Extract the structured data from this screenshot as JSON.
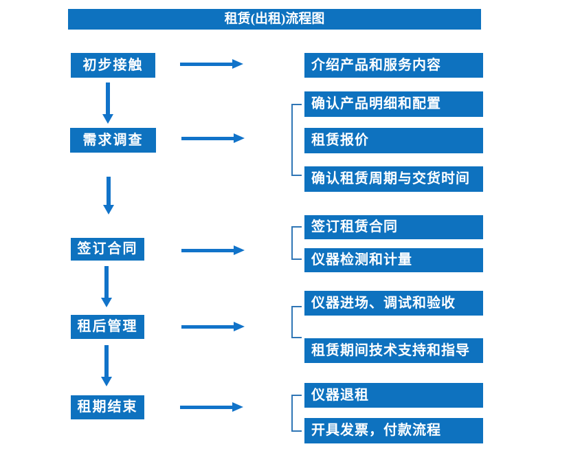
{
  "title": "租赁(出租)流程图",
  "stages": [
    {
      "label": "初步接触",
      "outputs": [
        "介绍产品和服务内容"
      ]
    },
    {
      "label": "需求调查",
      "outputs": [
        "确认产品明细和配置",
        "租赁报价",
        "确认租赁周期与交货时间"
      ]
    },
    {
      "label": "签订合同",
      "outputs": [
        "签订租赁合同",
        "仪器检测和计量"
      ]
    },
    {
      "label": "租后管理",
      "outputs": [
        "仪器进场、调试和验收",
        "租赁期间技术支持和指导"
      ]
    },
    {
      "label": "租期结束",
      "outputs": [
        "仪器退租",
        "开具发票，付款流程"
      ]
    }
  ],
  "colors": {
    "box_fill": "#0e72bf",
    "arrow": "#1173c9",
    "bracket": "#2e75b5",
    "text": "#ffffff",
    "background": "#ffffff"
  }
}
